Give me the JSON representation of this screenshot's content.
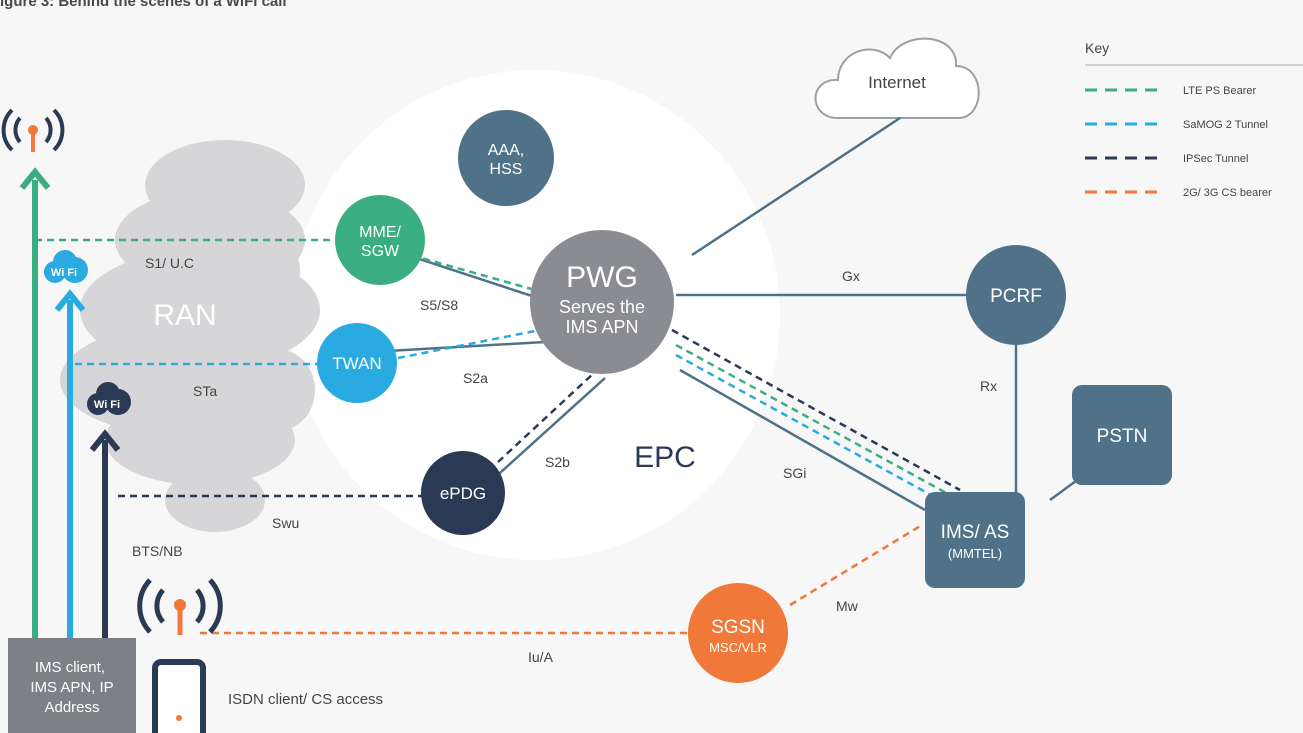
{
  "figure_title": "igure 3: Behind the scenes of a WiFi call",
  "nodes": {
    "aaa_hss": "AAA,\nHSS",
    "mme_sgw": "MME/\nSGW",
    "pwg": "PWG",
    "pwg_sub": "Serves the\nIMS APN",
    "twan": "TWAN",
    "epdg": "ePDG",
    "pcrf": "PCRF",
    "pstn": "PSTN",
    "ims_as": "IMS/ AS",
    "ims_as_sub": "(MMTEL)",
    "sgsn": "SGSN",
    "sgsn_sub": "MSC/VLR",
    "internet": "Internet",
    "ims_client": "IMS client,\nIMS APN, IP\nAddress"
  },
  "regions": {
    "ran": "RAN",
    "epc": "EPC"
  },
  "links": {
    "s1_uc": "S1/ U.C",
    "s5_s8": "S5/S8",
    "sta": "STa",
    "s2a": "S2a",
    "s2b": "S2b",
    "swu": "Swu",
    "gx": "Gx",
    "rx": "Rx",
    "sgi": "SGi",
    "mw": "Mw",
    "iu_a": "Iu/A"
  },
  "labels": {
    "bts_nb": "BTS/NB",
    "isdn_client": "ISDN client/ CS access",
    "wifi": "Wi Fi"
  },
  "key": {
    "title": "Key",
    "items": [
      {
        "label": "LTE PS Bearer",
        "color": "#3aae82"
      },
      {
        "label": "SaMOG 2 Tunnel",
        "color": "#29abe2"
      },
      {
        "label": "IPSec Tunnel",
        "color": "#2a3a55"
      },
      {
        "label": "2G/ 3G CS bearer",
        "color": "#f07838"
      }
    ]
  },
  "colors": {
    "green": "#3aae82",
    "blue": "#29abe2",
    "navy": "#2a3a55",
    "orange": "#f07838",
    "slate": "#4f7289",
    "grey_node": "#8a8c91",
    "cloud": "#d6d6d8",
    "client_box": "#7d8186"
  }
}
